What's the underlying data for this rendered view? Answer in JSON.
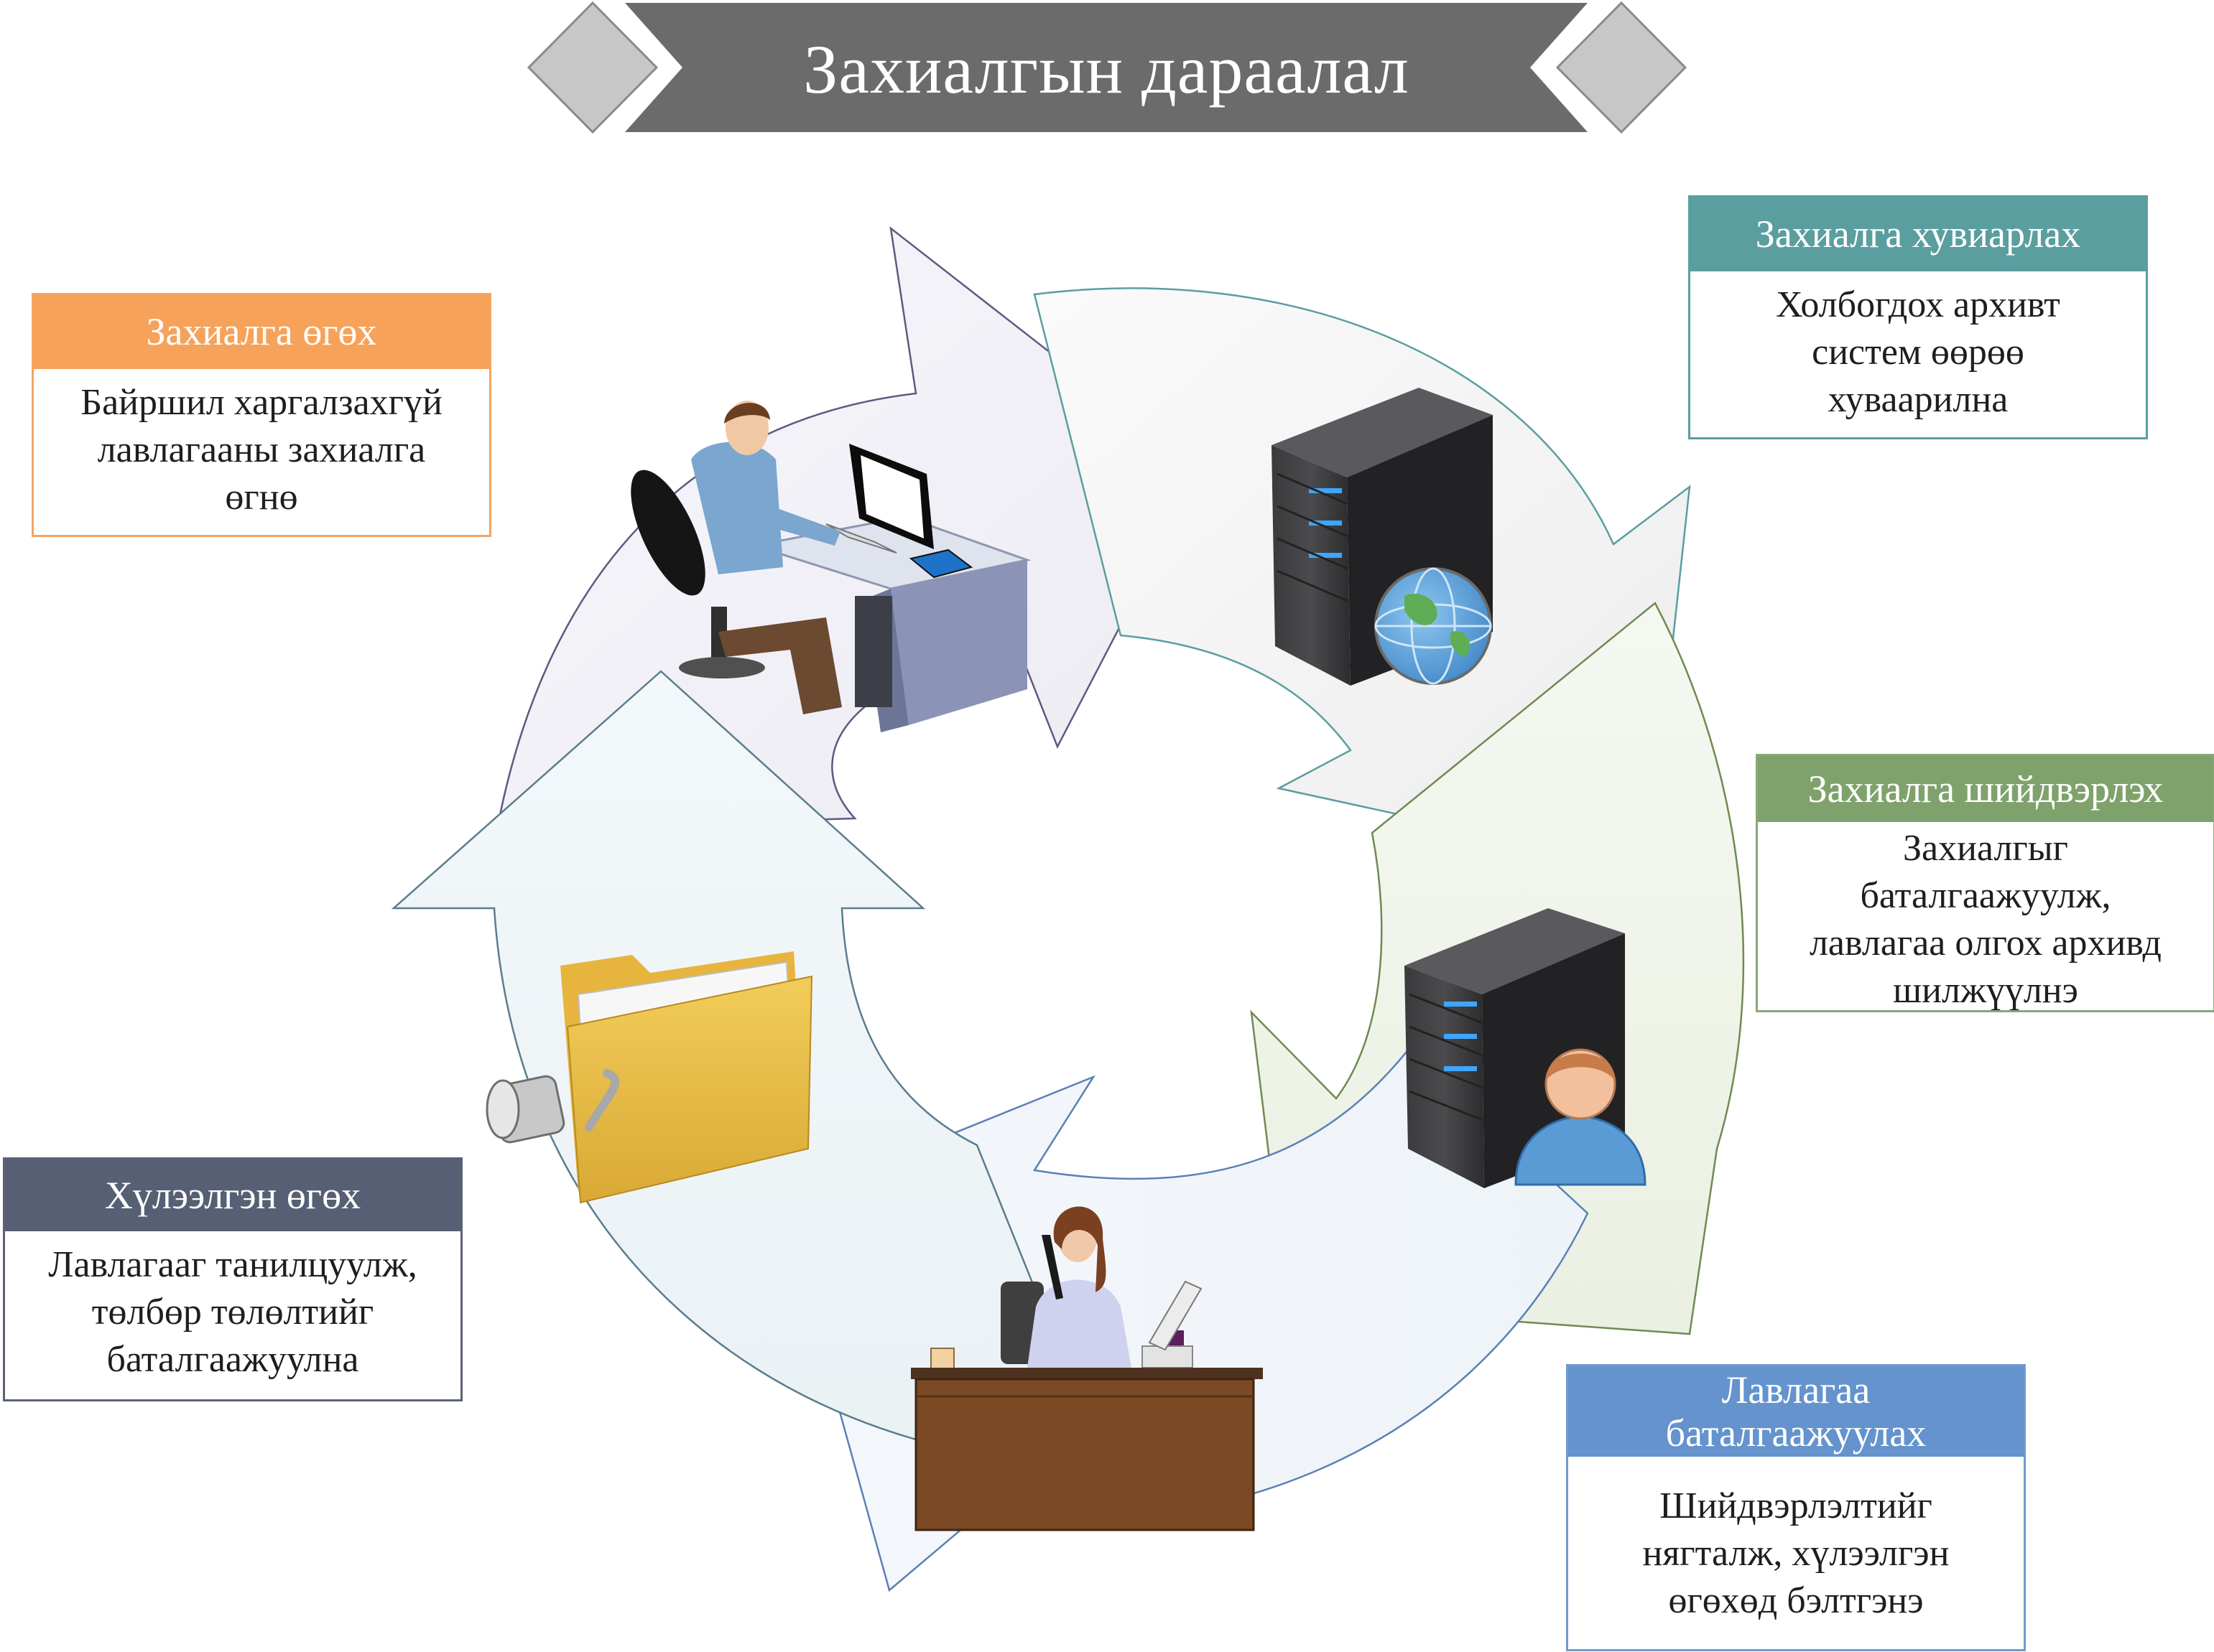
{
  "title": "Захиалгын дараалал",
  "stages": [
    {
      "header": "Захиалга өгөх",
      "body": [
        "Байршил харгалзахгүй",
        "лавлагааны захиалга",
        "өгнө"
      ]
    },
    {
      "header": "Захиалга хувиарлах",
      "body": [
        "Холбогдох архивт",
        "систем өөрөө",
        "хуваарилна"
      ]
    },
    {
      "header": "Захиалга шийдвэрлэх",
      "body": [
        "Захиалгыг",
        "баталгаажуулж,",
        "лавлагаа олгох архивд",
        "шилжүүлнэ"
      ]
    },
    {
      "header": [
        "Лавлагаа",
        "баталгаажуулах"
      ],
      "body": [
        "Шийдвэрлэлтийг",
        "нягталж, хүлээлгэн",
        "өгөхөд бэлтгэнэ"
      ]
    },
    {
      "header": "Хүлээлгэн өгөх",
      "body": [
        "Лавлагааг танилцуулж,",
        "төлбөр төлөлтийг",
        "баталгаажуулна"
      ]
    }
  ],
  "icons": [
    "office-worker-icon",
    "server-globe-icon",
    "server-user-icon",
    "receptionist-icon",
    "locked-folder-icon"
  ],
  "colors": {
    "title_banner": "#6b6b6b",
    "stage_1": "#f6a25a",
    "stage_2": "#5a9ea0",
    "stage_3": "#7fa26c",
    "stage_4": "#6493cd",
    "stage_5": "#565f73"
  }
}
